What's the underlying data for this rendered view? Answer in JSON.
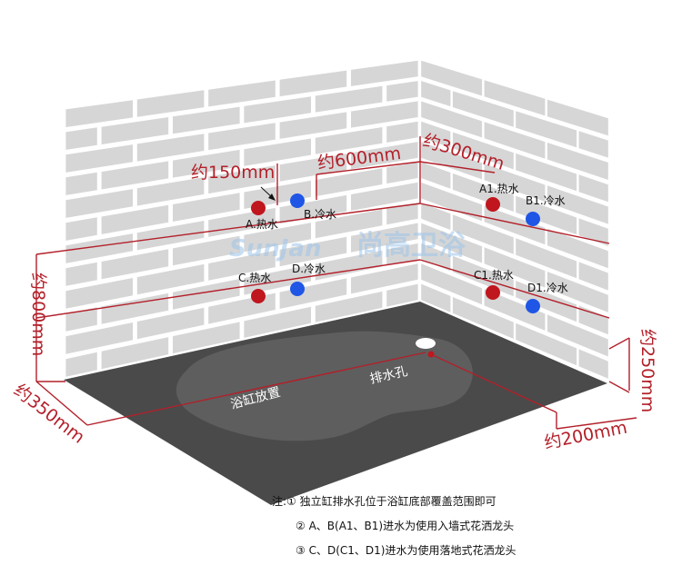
{
  "colors": {
    "wall_tile": "#d6d6d6",
    "wall_grout": "#ffffff",
    "floor": "#4a4a4a",
    "tub_area": "#5e5e5e",
    "dimension_red": "#b3202a",
    "hot_point": "#c0161e",
    "cold_point": "#1f56e6"
  },
  "dimensions": {
    "d150": "约150mm",
    "d600": "约600mm",
    "d300": "约300mm",
    "d800": "约800mm",
    "d250": "约250mm",
    "d350": "约350mm",
    "d200": "约200mm"
  },
  "points": {
    "a": "A.热水",
    "b": "B.冷水",
    "c": "C.热水",
    "d": "D.冷水",
    "a1": "A1.热水",
    "b1": "B1.冷水",
    "c1": "C1.热水",
    "d1": "D1.冷水"
  },
  "floor": {
    "tub": "浴缸放置",
    "drain": "排水孔"
  },
  "watermark": {
    "latin": "SunJan",
    "cn": "尚高卫浴"
  },
  "notes": {
    "n1": "注:① 独立缸排水孔位于浴缸底部覆盖范围即可",
    "n2": "② A、B(A1、B1)进水为使用入墙式花洒龙头",
    "n3": "③ C、D(C1、D1)进水为使用落地式花洒龙头"
  }
}
